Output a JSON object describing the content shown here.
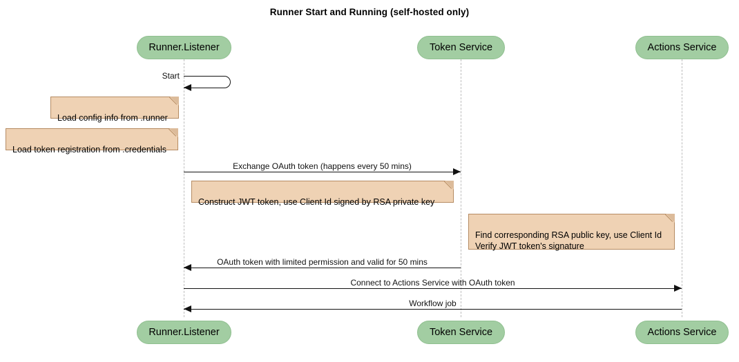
{
  "diagram": {
    "type": "sequence-diagram",
    "title": "Runner Start and Running (self-hosted only)",
    "colors": {
      "participant_fill": "#a2cda2",
      "participant_border": "#8fbf8f",
      "note_fill": "#efd2b4",
      "note_border": "#b58b62",
      "note_fold": "#dcbb9a",
      "line": "#121212",
      "lifeline": "#bcbcbc",
      "background": "#ffffff"
    },
    "participants": [
      {
        "id": "runner",
        "label": "Runner.Listener"
      },
      {
        "id": "token",
        "label": "Token Service"
      },
      {
        "id": "actions",
        "label": "Actions Service"
      }
    ],
    "messages": [
      {
        "id": "start",
        "label": "Start",
        "from": "runner",
        "to": "runner",
        "kind": "self",
        "direction": "self"
      },
      {
        "id": "exchange-oauth-token",
        "label": "Exchange OAuth token (happens every 50 mins)",
        "from": "runner",
        "to": "token",
        "kind": "sync",
        "direction": "right"
      },
      {
        "id": "oauth-token-reply",
        "label": "OAuth token with limited permission and valid for 50 mins",
        "from": "token",
        "to": "runner",
        "kind": "reply",
        "direction": "left"
      },
      {
        "id": "connect-actions-service",
        "label": "Connect to Actions Service with OAuth token",
        "from": "runner",
        "to": "actions",
        "kind": "sync",
        "direction": "right"
      },
      {
        "id": "workflow-job",
        "label": "Workflow job",
        "from": "actions",
        "to": "runner",
        "kind": "reply",
        "direction": "left"
      }
    ],
    "notes": [
      {
        "id": "note-load-config",
        "text": "Load config info from .runner",
        "attached_to": "runner"
      },
      {
        "id": "note-load-token-registration",
        "text": "Load token registration from .credentials",
        "attached_to": "runner"
      },
      {
        "id": "note-construct-jwt",
        "text": "Construct JWT token, use Client Id signed by RSA private key",
        "attached_to": "runner"
      },
      {
        "id": "note-verify-jwt",
        "text": "Find corresponding RSA public key, use Client Id\nVerify JWT token's signature",
        "attached_to": "token"
      }
    ]
  }
}
